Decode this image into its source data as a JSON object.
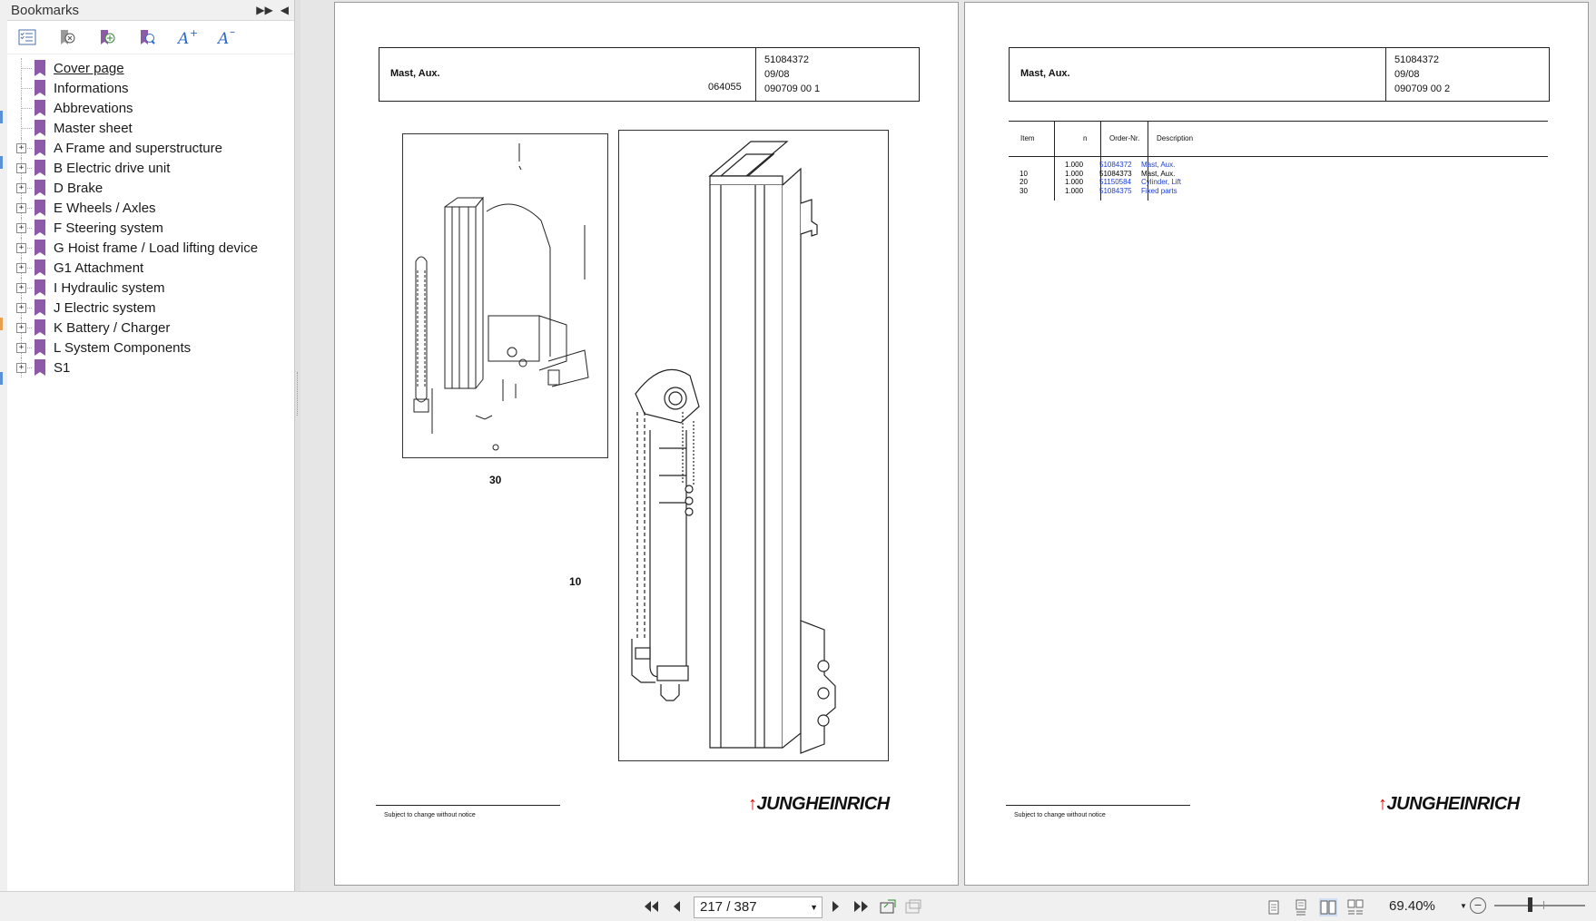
{
  "sidebar": {
    "title": "Bookmarks",
    "items": [
      {
        "label": "Cover page",
        "expandable": false,
        "active": true
      },
      {
        "label": "Informations",
        "expandable": false
      },
      {
        "label": "Abbrevations",
        "expandable": false
      },
      {
        "label": "Master sheet",
        "expandable": false
      },
      {
        "label": "A Frame and superstructure",
        "expandable": true
      },
      {
        "label": "B Electric drive unit",
        "expandable": true
      },
      {
        "label": "D Brake",
        "expandable": true
      },
      {
        "label": "E Wheels / Axles",
        "expandable": true
      },
      {
        "label": "F Steering system",
        "expandable": true
      },
      {
        "label": "G Hoist frame / Load lifting device",
        "expandable": true
      },
      {
        "label": "G1 Attachment",
        "expandable": true
      },
      {
        "label": "I Hydraulic system",
        "expandable": true
      },
      {
        "label": "J Electric system",
        "expandable": true
      },
      {
        "label": "K Battery / Charger",
        "expandable": true
      },
      {
        "label": "L System Components",
        "expandable": true
      },
      {
        "label": "S1",
        "expandable": true
      }
    ]
  },
  "page_left": {
    "title": "Mast, Aux.",
    "sub_code": "064055",
    "part_no": "51084372",
    "date": "09/08",
    "ref": "090709 00 1",
    "callouts": [
      "30",
      "10"
    ],
    "footer": "Subject to change without notice",
    "logo": "JUNGHEINRICH"
  },
  "page_right": {
    "title": "Mast, Aux.",
    "part_no": "51084372",
    "date": "09/08",
    "ref": "090709 00 2",
    "table": {
      "headers": [
        "Item",
        "n",
        "Order-Nr.",
        "Description"
      ],
      "rows": [
        {
          "item": "",
          "n": "1.000",
          "order": "51084372",
          "desc": "Mast, Aux.",
          "link": true
        },
        {
          "item": "10",
          "n": "1.000",
          "order": "51084373",
          "desc": "Mast, Aux.",
          "link": false
        },
        {
          "item": "20",
          "n": "1.000",
          "order": "51150584",
          "desc": "Cylinder, Lift",
          "link": true
        },
        {
          "item": "30",
          "n": "1.000",
          "order": "51084375",
          "desc": "Fixed parts",
          "link": true
        }
      ]
    },
    "footer": "Subject to change without notice",
    "logo": "JUNGHEINRICH"
  },
  "statusbar": {
    "page_indicator": "217 / 387",
    "zoom": "69.40%"
  },
  "colors": {
    "bookmark": "#8e5aa8",
    "link": "#1a3fd6",
    "logo_accent": "#d40000"
  }
}
